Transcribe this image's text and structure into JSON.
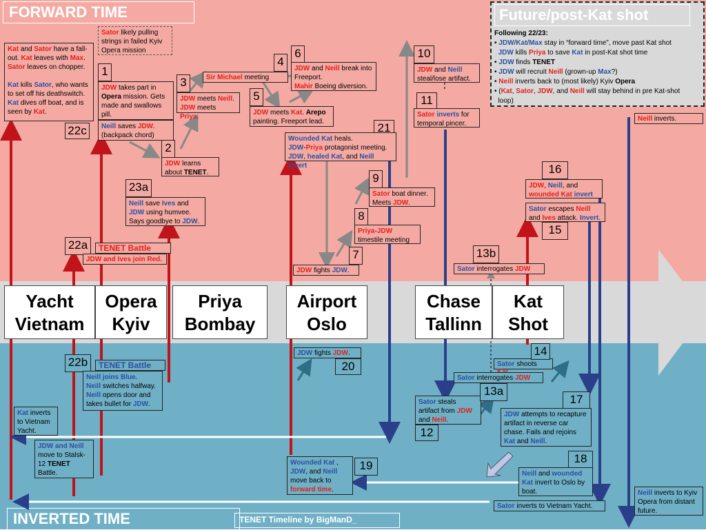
{
  "title_forward": "FORWARD TIME",
  "title_inverted": "INVERTED TIME",
  "future_title": "Future/post-Kat shot",
  "credit": "TENET Timeline by BigManD_",
  "locations": {
    "yacht": "Yacht Vietnam",
    "opera": "Opera Kyiv",
    "priya": "Priya Bombay",
    "airport": "Airport Oslo",
    "chase": "Chase Tallinn",
    "kat": "Kat Shot"
  },
  "numbers": {
    "n1": "1",
    "n2": "2",
    "n3": "3",
    "n4": "4",
    "n5": "5",
    "n6": "6",
    "n7": "7",
    "n8": "8",
    "n9": "9",
    "n10": "10",
    "n11": "11",
    "n12": "12",
    "n13a": "13a",
    "n13b": "13b",
    "n14": "14",
    "n15": "15",
    "n16": "16",
    "n17": "17",
    "n18": "18",
    "n19": "19",
    "n20": "20",
    "n21": "21",
    "n22a": "22a",
    "n22b": "22b",
    "n22c": "22c",
    "n23a": "23a"
  },
  "labels": {
    "tenet_battle_top": "TENET Battle",
    "tenet_battle_bottom": "TENET Battle"
  },
  "colors": {
    "forward": "#f4aaa3",
    "inverted": "#6fb0c6",
    "red": "#e0221a",
    "blue": "#2c4fa0"
  }
}
